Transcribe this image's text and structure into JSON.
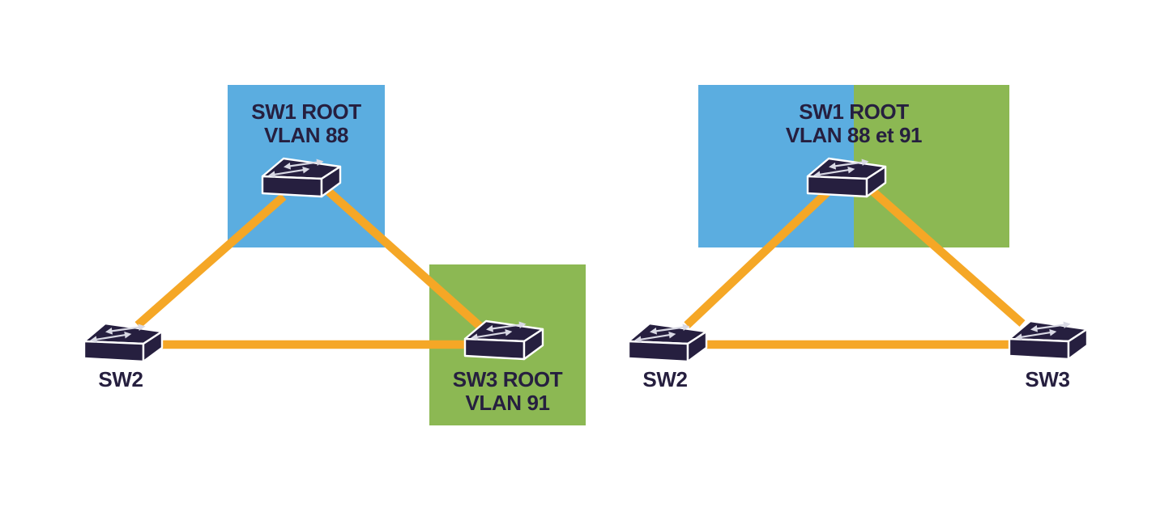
{
  "colors": {
    "background": "#FFFFFF",
    "vlan88_blue": "#5BADE0",
    "vlan91_green": "#8CB853",
    "link_orange": "#F5A726",
    "switch_navy": "#261F3F",
    "switch_arrow_gray": "#D9D9E4",
    "label_text": "#261F3F"
  },
  "icons": {
    "switch": "network-switch-icon"
  },
  "left_diagram": {
    "sw1": {
      "label_line1": "SW1 ROOT",
      "label_line2": "VLAN 88"
    },
    "sw2": {
      "label": "SW2"
    },
    "sw3": {
      "label_line1": "SW3 ROOT",
      "label_line2": "VLAN 91"
    }
  },
  "right_diagram": {
    "sw1": {
      "label_line1": "SW1 ROOT",
      "label_line2": "VLAN 88 et 91"
    },
    "sw2": {
      "label": "SW2"
    },
    "sw3": {
      "label": "SW3"
    }
  }
}
